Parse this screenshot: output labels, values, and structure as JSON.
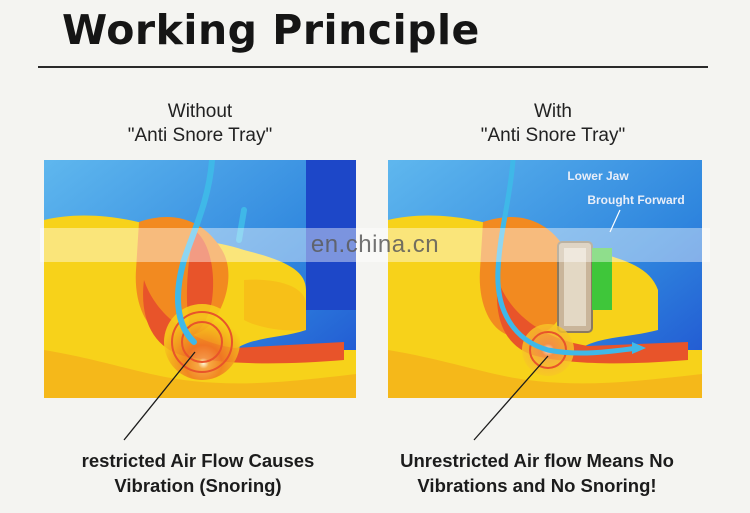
{
  "title": "Working Principle",
  "left_panel": {
    "heading_line1": "Without",
    "heading_line2": "\"Anti Snore Tray\"",
    "caption_line1": "restricted Air Flow Causes",
    "caption_line2": "Vibration (Snoring)"
  },
  "right_panel": {
    "heading_line1": "With",
    "heading_line2": "\"Anti Snore Tray\"",
    "annotation_line1": "Lower Jaw",
    "annotation_line2": "Brought Forward",
    "caption_line1": "Unrestricted Air flow Means No",
    "caption_line2": "Vibrations and No Snoring!"
  },
  "watermark": "en.china.cn",
  "colors": {
    "sky_blue": "#2f8fe0",
    "deep_blue": "#1f4fd0",
    "tissue_yellow": "#f7d21a",
    "tissue_orange": "#f28a20",
    "tissue_red": "#e8542a",
    "airflow_cyan": "#3fb8e8",
    "teeth_green": "#3fc63a"
  }
}
